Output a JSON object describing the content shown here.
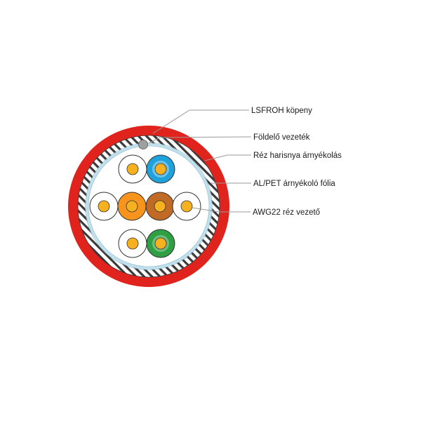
{
  "labels": {
    "jacket": "LSFROH köpeny",
    "drain_wire": "Földelő vezeték",
    "braid_shield": "Réz harisnya árnyékolás",
    "foil_shield": "AL/PET árnyékoló fólia",
    "conductor": "AWG22 réz vezető"
  },
  "colors": {
    "jacket": "#e0231c",
    "braid": "#3a3a3a",
    "foil": "#bfe0ec",
    "core_fill": "#ffffff",
    "conductor": "#f5b120",
    "orange": "#f7941d",
    "brown": "#c06a25",
    "blue": "#1fa2dc",
    "green": "#2ea043",
    "white": "#ffffff",
    "drain_wire": "#a0a0a0",
    "leader_line": "#9a9a9a"
  },
  "icons": {
    "drain_wire": "grey-circle",
    "pair": "double-circle"
  }
}
